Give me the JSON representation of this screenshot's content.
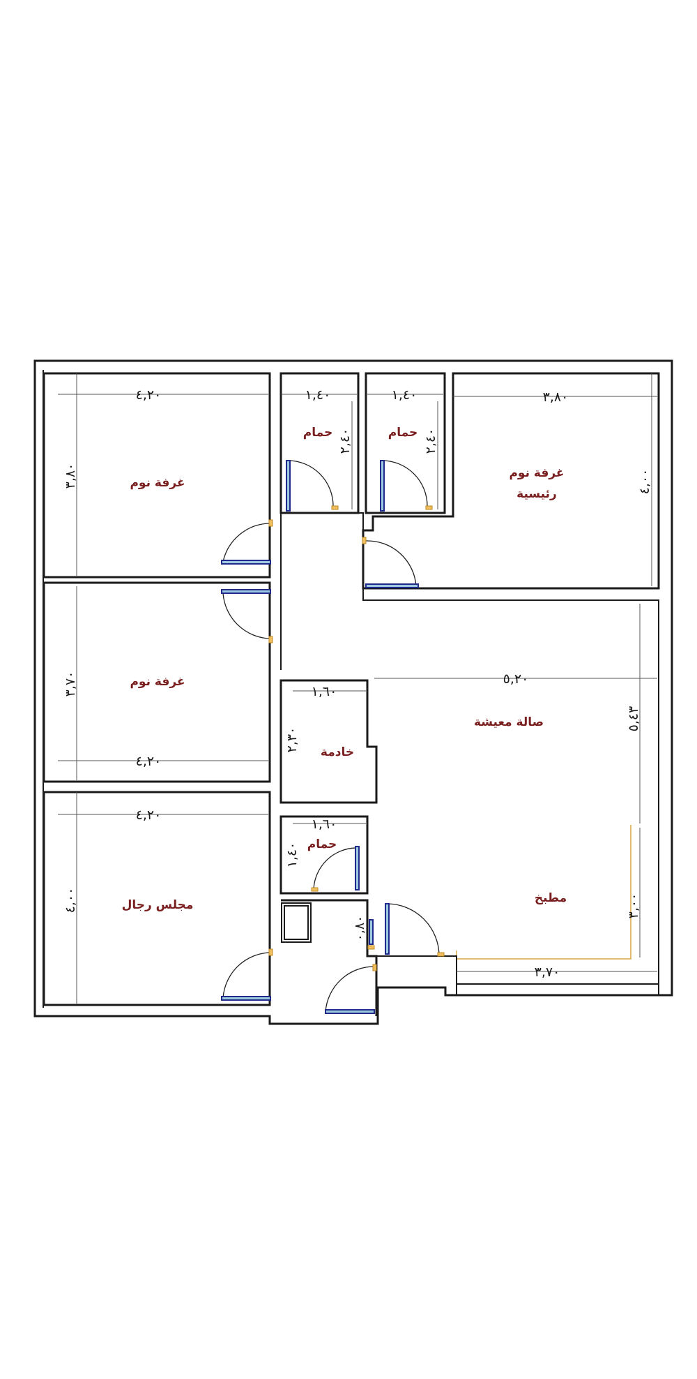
{
  "colors": {
    "wall": "#1a1a1a",
    "label": "#7a1f1f",
    "door_leaf": "#1f2a8a",
    "door_jamb": "#f0c060"
  },
  "rooms": {
    "bedroom_top_left": "غرفة نوم",
    "bathroom_1": "حمام",
    "bathroom_2": "حمام",
    "master_bedroom_line1": "غرفة نوم",
    "master_bedroom_line2": "رئيسية",
    "bedroom_middle_left": "غرفة نوم",
    "living_hall": "صالة معيشة",
    "maid_room": "خادمة",
    "bathroom_3": "حمام",
    "men_majlis": "مجلس رجال",
    "kitchen": "مطبخ"
  },
  "dimensions": {
    "bedroom_top_left_w": "٤,٢٠",
    "bedroom_top_left_h": "٣,٨٠",
    "bath1_w": "١,٤٠",
    "bath1_h": "٢,٤٠",
    "bath2_w": "١,٤٠",
    "bath2_h": "٢,٤٠",
    "master_w": "٣,٨٠",
    "master_h": "٤,٠٠",
    "bedroom_mid_h": "٣,٧٠",
    "bedroom_mid_w": "٤,٢٠",
    "living_w": "٥,٢٠",
    "living_h": "٥,٤٣",
    "maid_w": "١,٦٠",
    "maid_h": "٢,٣٠",
    "bath3_w": "١,٦٠",
    "bath3_h": "١,٤٠",
    "majlis_w": "٤,٢٠",
    "majlis_h": "٤,٠٠",
    "kitchen_w": "٣,٧٠",
    "kitchen_h": "٣,٠٠",
    "corridor_w": "٠,٨٠"
  }
}
